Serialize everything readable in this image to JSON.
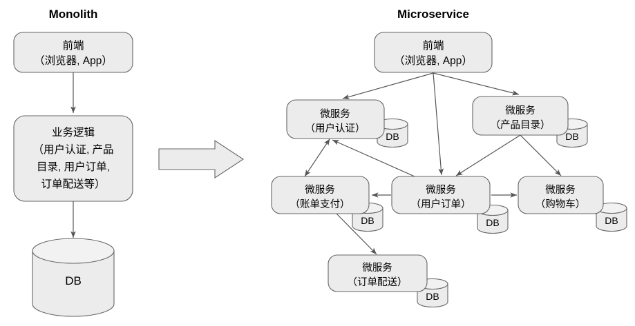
{
  "diagram": {
    "title_left": "Monolith",
    "title_right": "Microservice",
    "db_label": "DB",
    "transform_arrow": "right-block-arrow"
  },
  "monolith": {
    "frontend": {
      "line1": "前端",
      "line2": "（浏览器, App）"
    },
    "business_logic": {
      "line1": "业务逻辑",
      "line2": "（用户认证, 产品",
      "line3": "目录, 用户订单,",
      "line4": "订单配送等）"
    },
    "database": {
      "label": "DB"
    }
  },
  "microservice": {
    "frontend": {
      "line1": "前端",
      "line2": "（浏览器, App）"
    },
    "services": [
      {
        "id": "auth",
        "line1": "微服务",
        "line2": "（用户认证）",
        "db": "DB"
      },
      {
        "id": "catalog",
        "line1": "微服务",
        "line2": "（产品目录）",
        "db": "DB"
      },
      {
        "id": "billing",
        "line1": "微服务",
        "line2": "（账单支付）",
        "db": "DB"
      },
      {
        "id": "orders",
        "line1": "微服务",
        "line2": "（用户订单）",
        "db": "DB"
      },
      {
        "id": "cart",
        "line1": "微服务",
        "line2": "（购物车）",
        "db": "DB"
      },
      {
        "id": "shipping",
        "line1": "微服务",
        "line2": "（订单配送）",
        "db": "DB"
      }
    ],
    "connections": [
      {
        "from": "frontend",
        "to": "auth",
        "direction": "one-way"
      },
      {
        "from": "frontend",
        "to": "orders",
        "direction": "one-way"
      },
      {
        "from": "frontend",
        "to": "catalog",
        "direction": "one-way"
      },
      {
        "from": "auth",
        "to": "billing",
        "direction": "two-way"
      },
      {
        "from": "orders",
        "to": "auth",
        "direction": "one-way"
      },
      {
        "from": "catalog",
        "to": "orders",
        "direction": "one-way"
      },
      {
        "from": "catalog",
        "to": "cart",
        "direction": "one-way"
      },
      {
        "from": "orders",
        "to": "billing",
        "direction": "one-way"
      },
      {
        "from": "orders",
        "to": "cart",
        "direction": "one-way"
      },
      {
        "from": "billing",
        "to": "shipping",
        "direction": "one-way"
      }
    ]
  },
  "colors": {
    "shape_fill": "#ececec",
    "shape_stroke": "#666666",
    "edge_stroke": "#555555",
    "text": "#000000",
    "background": "#ffffff"
  }
}
